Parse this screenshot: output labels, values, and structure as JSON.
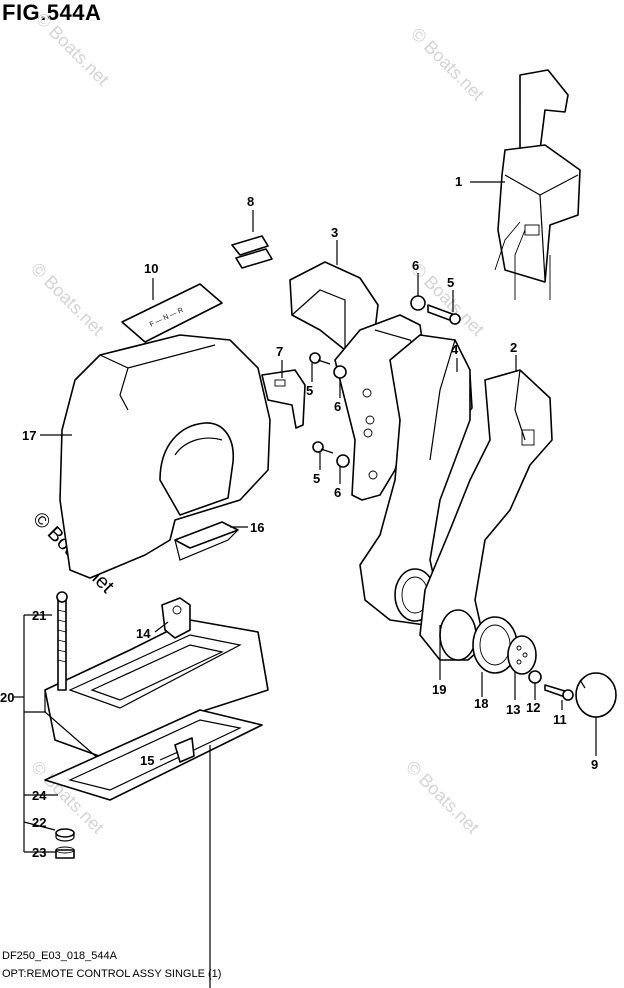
{
  "figure": {
    "title": "FIG.544A",
    "model_code": "DF250_E03_018_544A",
    "description": "OPT:REMOTE CONTROL ASSY SINGLE (1)"
  },
  "watermark": "© Boats.net",
  "callouts": [
    "1",
    "2",
    "3",
    "4",
    "5",
    "5",
    "5",
    "6",
    "6",
    "6",
    "7",
    "8",
    "9",
    "10",
    "11",
    "12",
    "13",
    "14",
    "15",
    "16",
    "17",
    "18",
    "19",
    "20",
    "21",
    "22",
    "23",
    "24"
  ],
  "colors": {
    "ink": "#000000",
    "watermark": "#d4d4d4",
    "background": "#ffffff"
  }
}
